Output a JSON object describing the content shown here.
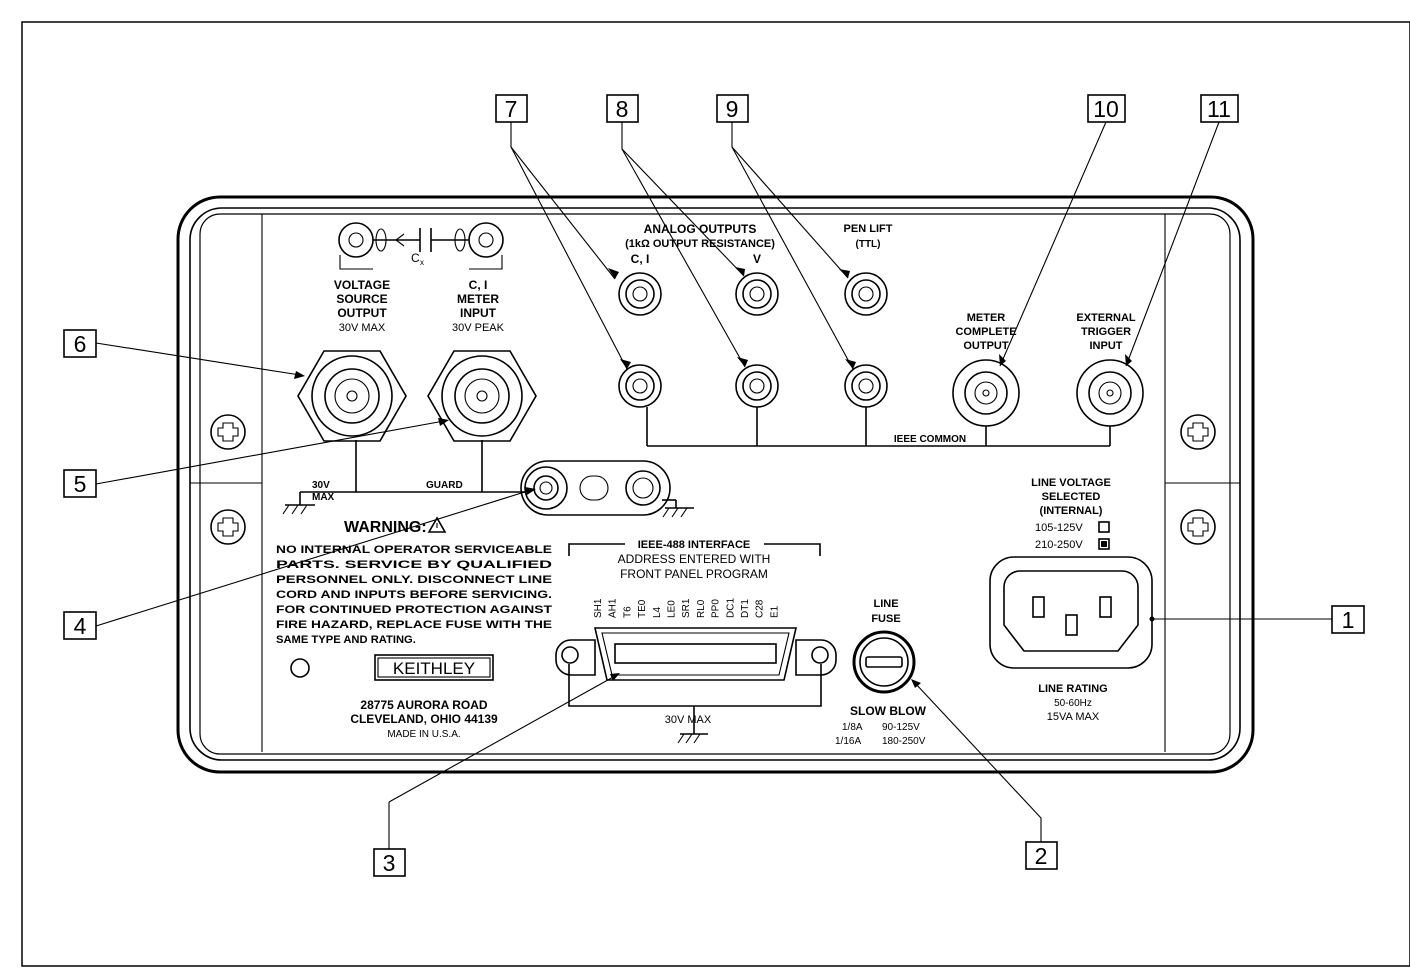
{
  "callouts": {
    "c1": "1",
    "c2": "2",
    "c3": "3",
    "c4": "4",
    "c5": "5",
    "c6": "6",
    "c7": "7",
    "c8": "8",
    "c9": "9",
    "c10": "10",
    "c11": "11"
  },
  "symbols": {
    "cx": "C",
    "cx_sub": "x"
  },
  "voltage_source": {
    "line1": "VOLTAGE",
    "line2": "SOURCE",
    "line3": "OUTPUT",
    "rating": "30V MAX"
  },
  "meter_input": {
    "line1": "C, I",
    "line2": "METER",
    "line3": "INPUT",
    "rating": "30V PEAK"
  },
  "analog_outputs": {
    "title": "ANALOG OUTPUTS",
    "subtitle": "(1kΩ OUTPUT RESISTANCE)",
    "ci": "C, I",
    "v": "V"
  },
  "pen_lift": {
    "title": "PEN LIFT",
    "subtitle": "(TTL)"
  },
  "meter_complete": {
    "line1": "METER",
    "line2": "COMPLETE",
    "line3": "OUTPUT"
  },
  "external_trigger": {
    "line1": "EXTERNAL",
    "line2": "TRIGGER",
    "line3": "INPUT"
  },
  "ieee_common": "IEEE COMMON",
  "guard": {
    "label": "GUARD",
    "max_line1": "30V",
    "max_line2": "MAX"
  },
  "warning": {
    "title": "WARNING:",
    "line1": "NO INTERNAL OPERATOR SERVICEABLE",
    "line2": "PARTS.  SERVICE  BY  QUALIFIED",
    "line3": "PERSONNEL ONLY. DISCONNECT LINE",
    "line4": "CORD AND INPUTS BEFORE SERVICING.",
    "line5": "FOR CONTINUED PROTECTION AGAINST",
    "line6": "FIRE HAZARD, REPLACE FUSE WITH THE",
    "line7": "SAME TYPE AND RATING."
  },
  "brand": "KEITHLEY",
  "address": {
    "line1": "28775 AURORA ROAD",
    "line2": "CLEVELAND, OHIO 44139",
    "line3": "MADE IN U.S.A."
  },
  "ieee_interface": {
    "title": "IEEE-488 INTERFACE",
    "line1": "ADDRESS ENTERED WITH",
    "line2": "FRONT PANEL PROGRAM",
    "codes": [
      "SH1",
      "AH1",
      "T6",
      "TE0",
      "L4",
      "LE0",
      "SR1",
      "RL0",
      "PP0",
      "DC1",
      "DT1",
      "C28",
      "E1"
    ],
    "rating": "30V MAX"
  },
  "line_fuse": {
    "line1": "LINE",
    "line2": "FUSE",
    "slow_blow": "SLOW BLOW",
    "rating1_amp": "1/8A",
    "rating1_volt": "90-125V",
    "rating2_amp": "1/16A",
    "rating2_volt": "180-250V"
  },
  "line_voltage": {
    "line1": "LINE VOLTAGE",
    "line2": "SELECTED",
    "line3": "(INTERNAL)",
    "range1": "105-125V",
    "range2": "210-250V"
  },
  "line_rating": {
    "title": "LINE RATING",
    "freq": "50-60Hz",
    "power": "15VA MAX"
  }
}
